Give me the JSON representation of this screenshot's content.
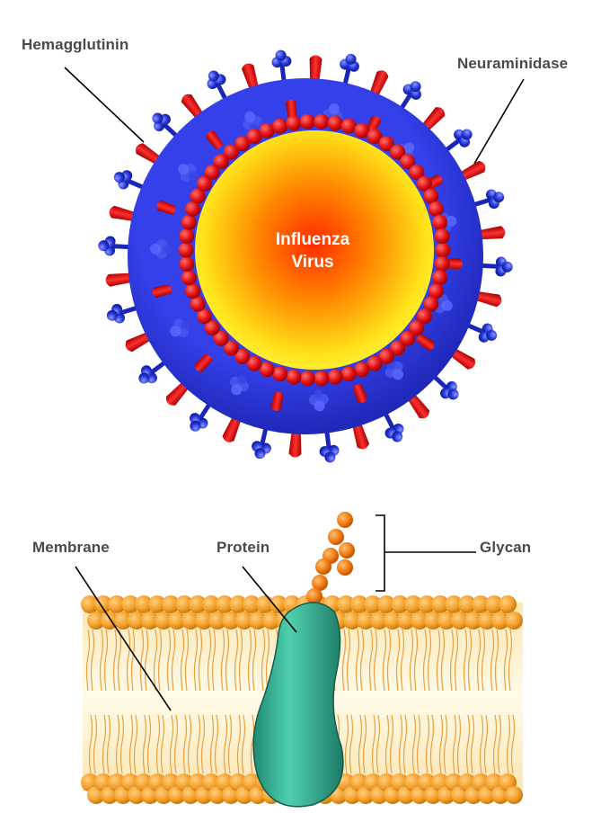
{
  "labels": {
    "hemagglutinin": "Hemagglutinin",
    "neuraminidase": "Neuraminidase",
    "virus_line1": "Influenza",
    "virus_line2": "Virus",
    "membrane": "Membrane",
    "protein": "Protein",
    "glycan": "Glycan"
  },
  "colors": {
    "envelope": "#2b36e0",
    "envelope_dark": "#1a22a8",
    "core_center": "#ff3a00",
    "core_edge": "#ffe81a",
    "matrix_bead": "#e01818",
    "hemagglutinin": "#e01010",
    "neuraminidase": "#1f2fd6",
    "glycan_bead": "#f07a12",
    "lipid_head": "#f5a02a",
    "protein": "#3fbfa0",
    "label_text": "#4a4a4a"
  },
  "icons": {
    "hemagglutinin": "red-spike-icon",
    "neuraminidase": "blue-mushroom-icon"
  }
}
